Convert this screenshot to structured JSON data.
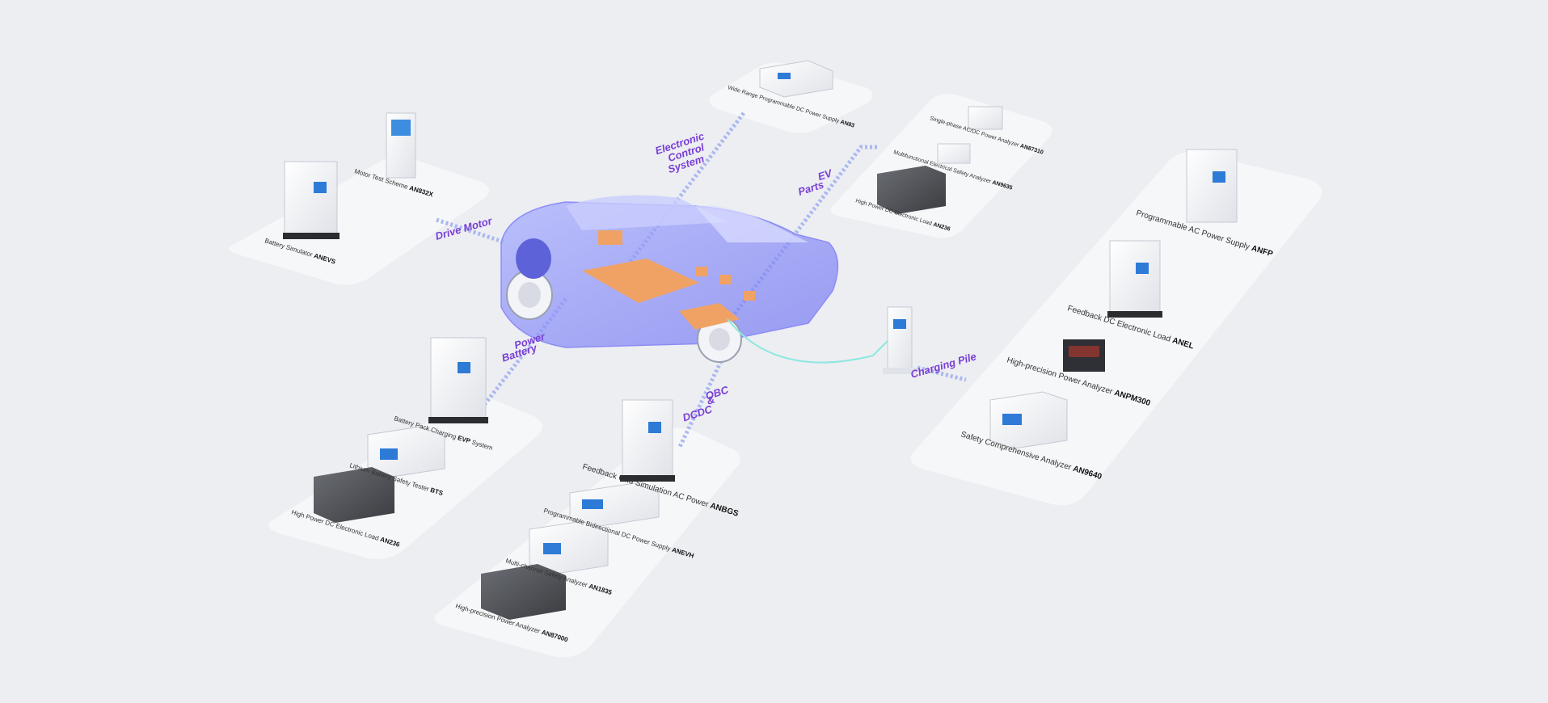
{
  "categories": {
    "drive_motor": "Drive  Motor",
    "ecs": [
      "Electronic",
      "Control",
      "System"
    ],
    "ev_parts": [
      "EV",
      "Parts"
    ],
    "power_battery": [
      "Power",
      "Battery"
    ],
    "obc": [
      "OBC",
      "&",
      "DCDC"
    ],
    "charging_pile": "Charging Pile"
  },
  "devices": {
    "motor_test": {
      "text": "Motor Test Scheme ",
      "model": "AN832X"
    },
    "battery_sim": {
      "text": "Battery Simulator ",
      "model": "ANEVS"
    },
    "wide_range_dc": {
      "text": "Wide Range Programmable DC Power Supply ",
      "model": "AN83"
    },
    "single_phase": {
      "text": "Single-phase AC/DC Power Analyzer ",
      "model": "AN87310"
    },
    "multi_safety": {
      "text": "Multifunctional Electrical Safety Analyzer ",
      "model": "AN9635"
    },
    "hp_load_top": {
      "text": "High Power DC Electronic Load ",
      "model": "AN236"
    },
    "ac_supply": {
      "text": "Programmable AC Power Supply ",
      "model": "ANFP"
    },
    "feedback_load": {
      "text": "Feedback DC Electronic Load ",
      "model": "ANEL"
    },
    "power_analyzer_hp": {
      "text": "High-precision Power Analyzer ",
      "model": "ANPM300"
    },
    "safety_comp": {
      "text": "Safety Comprehensive Analyzer ",
      "model": "AN9640"
    },
    "evp": {
      "text": "Battery Pack Charging ",
      "model": "EVP",
      "suffix": " System"
    },
    "bts": {
      "text": "Lithium Battery Safety Tester ",
      "model": "BTS"
    },
    "hp_load_bottom": {
      "text": "High Power DC Electronic Load ",
      "model": "AN236"
    },
    "anbgs": {
      "text": "Feedback Grid Simulation AC Power ",
      "model": "ANBGS"
    },
    "anevh": {
      "text": "Programmable Bidirectional DC Power Supply ",
      "model": "ANEVH"
    },
    "an1835": {
      "text": "Multi-channel Safety Analyzer ",
      "model": "AN1835"
    },
    "an87000": {
      "text": "High-precision Power Analyzer ",
      "model": "AN87000"
    }
  },
  "colors": {
    "background": "#eceef2",
    "panel": "#f6f7f9",
    "accent": "#7a3fd6",
    "connector": "#aab8f0",
    "car_body": "#8c8cf5"
  }
}
